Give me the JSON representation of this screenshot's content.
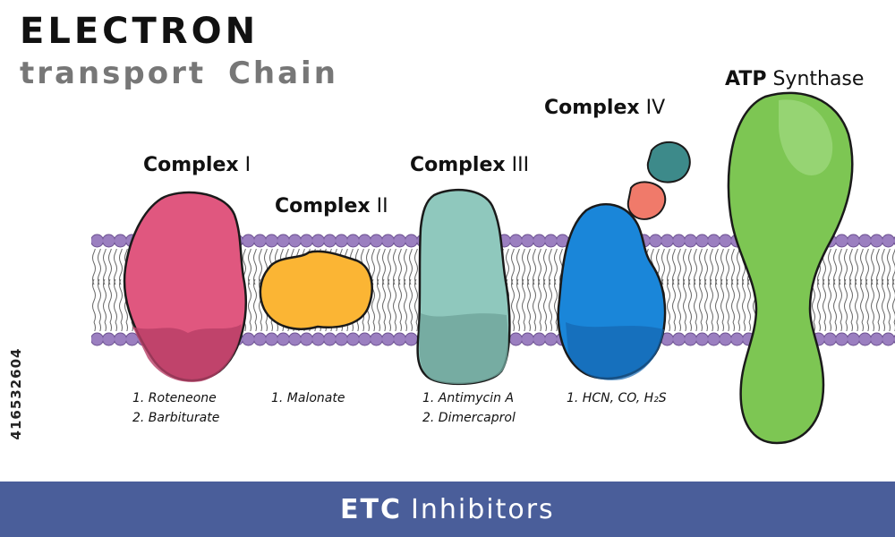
{
  "title": {
    "main": "ELECTRON",
    "sub": "transport  Chain"
  },
  "complexes": [
    {
      "bold": "Complex",
      "num": "I",
      "inhibitors": [
        "1. Roteneone",
        "2. Barbiturate"
      ],
      "color": "#e0577f"
    },
    {
      "bold": "Complex",
      "num": "II",
      "inhibitors": [
        "1. Malonate"
      ],
      "color": "#fbb534"
    },
    {
      "bold": "Complex",
      "num": "III",
      "inhibitors": [
        "1. Antimycin A",
        "2. Dimercaprol"
      ],
      "color": "#8fc8bd"
    },
    {
      "bold": "Complex",
      "num": "IV",
      "inhibitors": [
        "1. HCN, CO, H₂S"
      ],
      "color": "#1a86d9"
    }
  ],
  "atp_synthase": {
    "bold": "ATP",
    "rest": "Synthase",
    "color": "#7dc653"
  },
  "footer": {
    "bold": "ETC",
    "rest": "Inhibitors",
    "color": "#4a5e9a"
  },
  "side_id": "416532604",
  "colors": {
    "membrane_head": "#9b7fc0",
    "tail": "#555555",
    "cytochrome_c": "#3d8a8a",
    "subunit": "#f07a6a"
  }
}
